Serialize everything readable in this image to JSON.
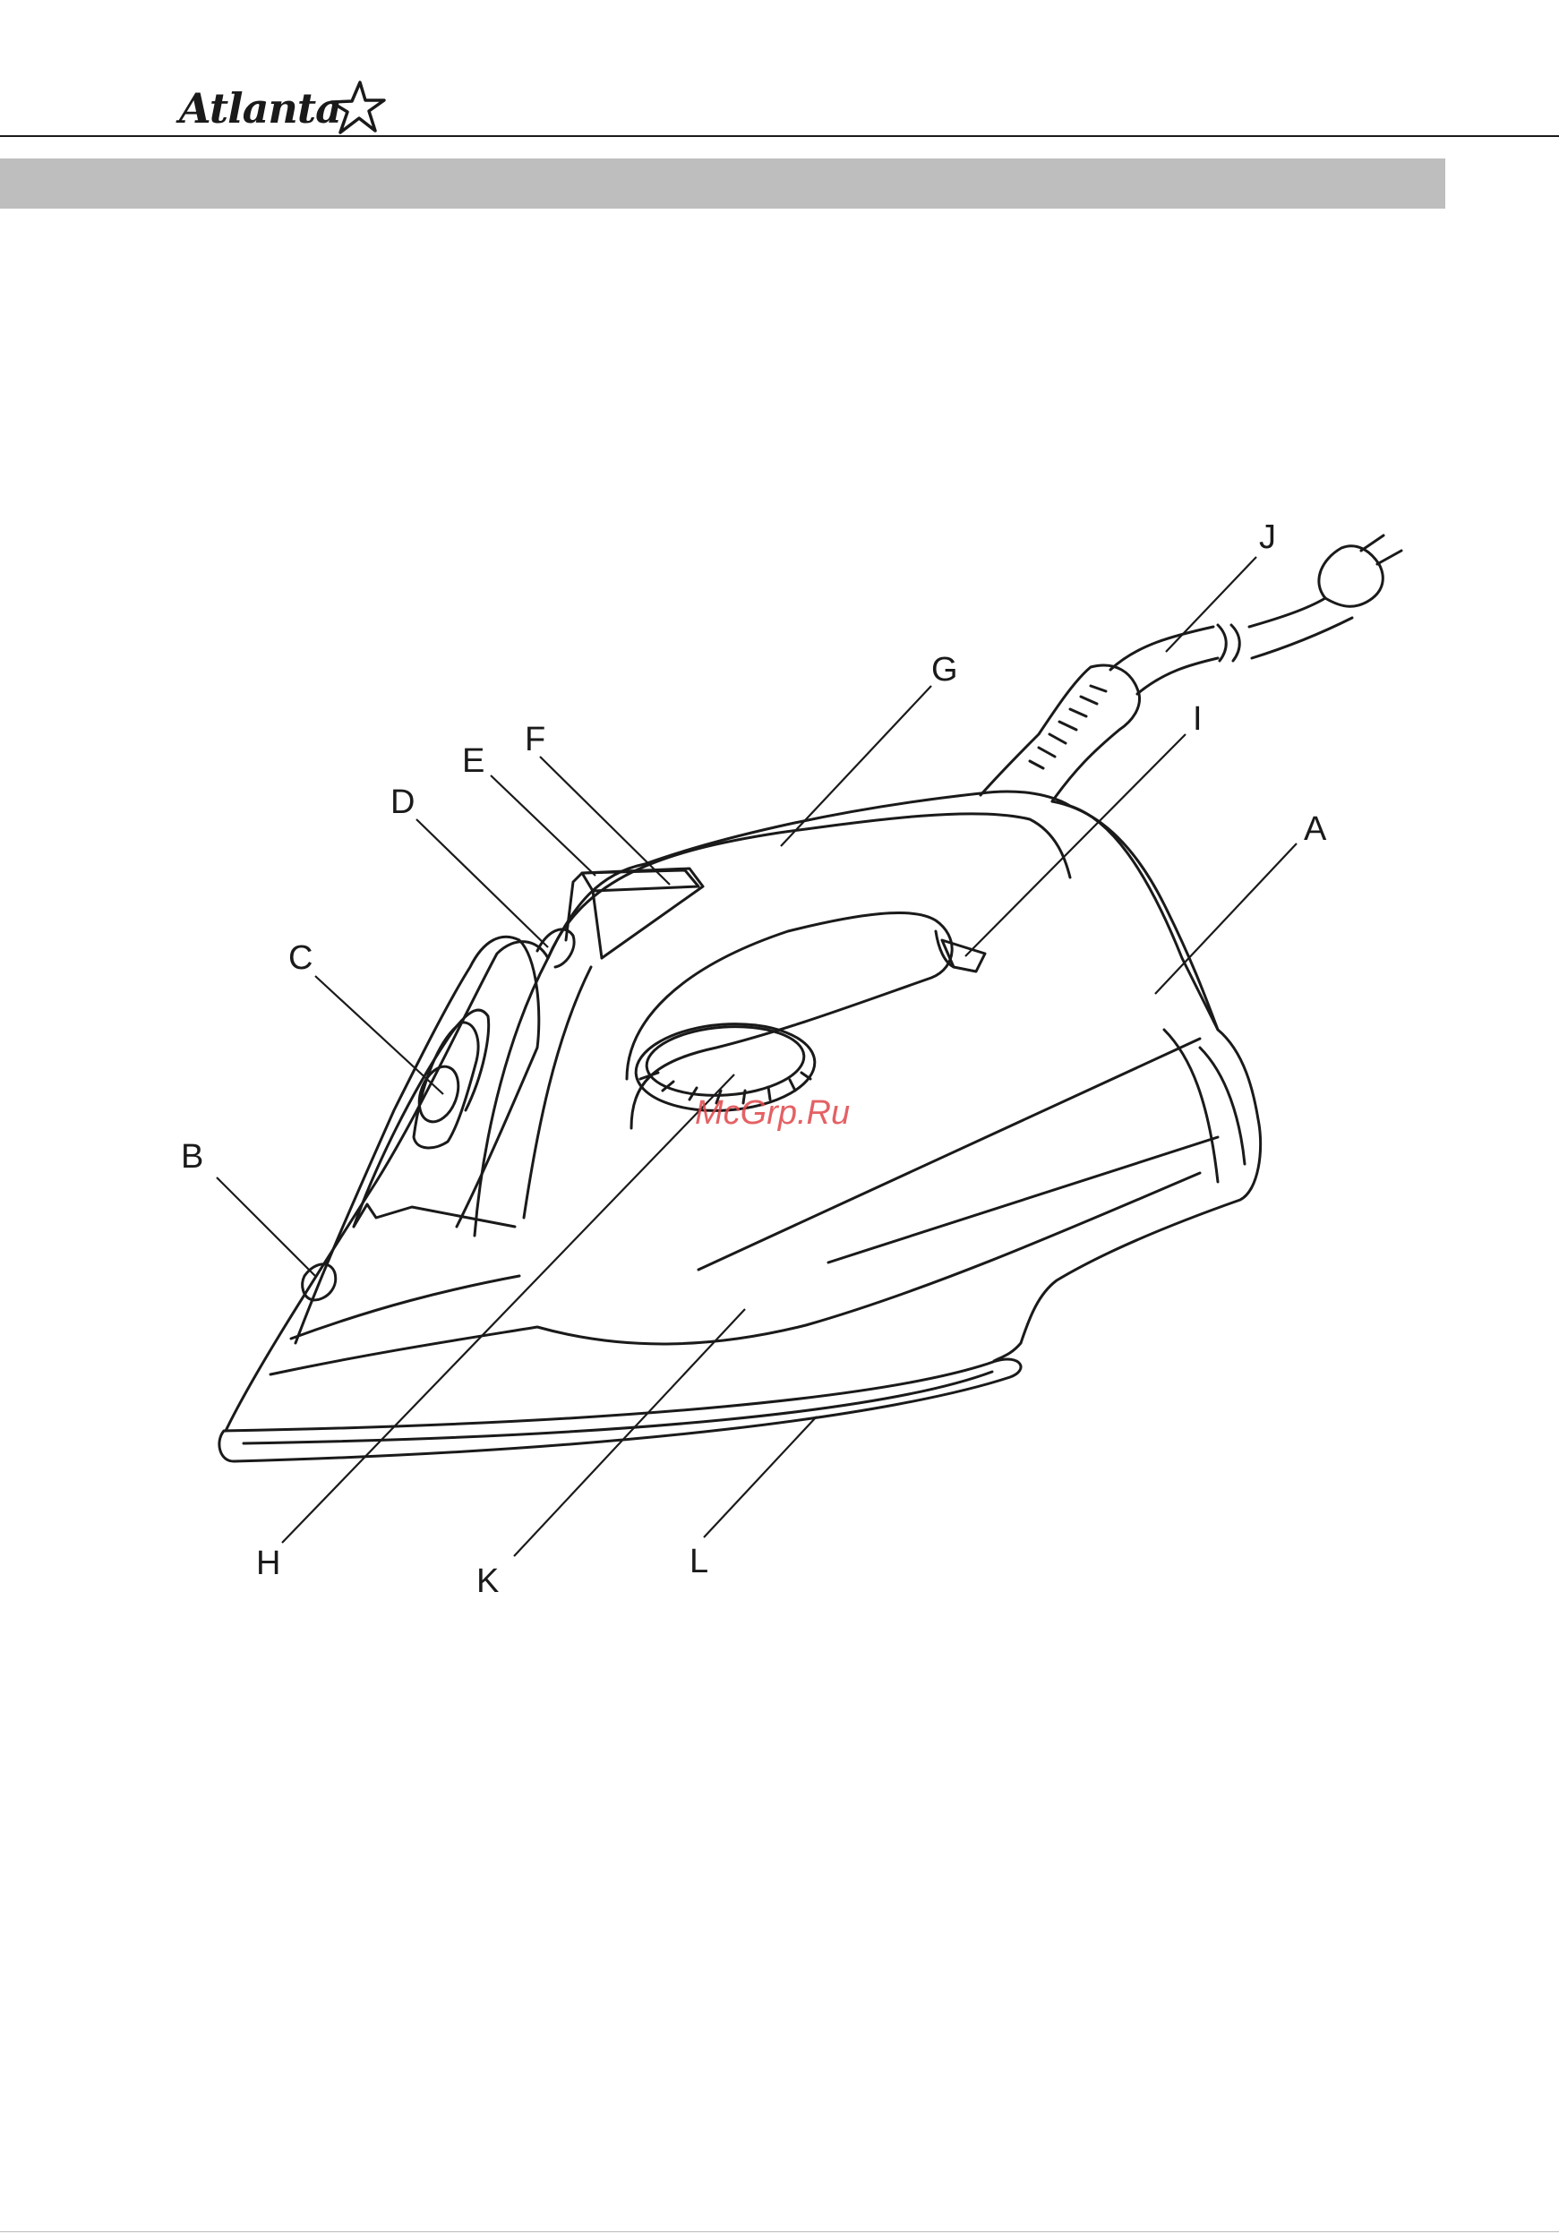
{
  "header": {
    "brand": "Atlanta"
  },
  "watermark": {
    "text": "McGrp.Ru",
    "color": "#e0464a"
  },
  "diagram": {
    "labels": {
      "A": "A",
      "B": "B",
      "C": "C",
      "D": "D",
      "E": "E",
      "F": "F",
      "G": "G",
      "H": "H",
      "I": "I",
      "J": "J",
      "K": "K",
      "L": "L"
    }
  },
  "colors": {
    "ink": "#1a1a1a",
    "band": "#bebebe"
  }
}
